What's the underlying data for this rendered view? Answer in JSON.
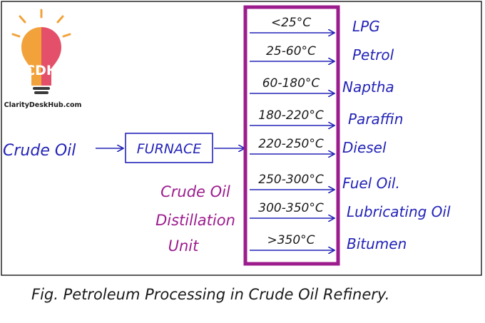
{
  "logo": {
    "initials": "CDH",
    "site": "ClarityDeskHub.com",
    "colors": {
      "left_half": "#f2a23a",
      "right_half": "#e4506a",
      "rays": "#f2a23a",
      "base": "#3a3a3a"
    }
  },
  "input": {
    "label": "Crude Oil",
    "furnace": "FURNACE"
  },
  "unit_label": [
    "Crude Oil",
    "Distillation",
    "Unit"
  ],
  "fractions": [
    {
      "temp": "<25°C",
      "product": "LPG"
    },
    {
      "temp": "25-60°C",
      "product": "Petrol"
    },
    {
      "temp": "60-180°C",
      "product": "Naptha"
    },
    {
      "temp": "180-220°C",
      "product": "Paraffin"
    },
    {
      "temp": "220-250°C",
      "product": "Diesel"
    },
    {
      "temp": "250-300°C",
      "product": "Fuel Oil."
    },
    {
      "temp": "300-350°C",
      "product": "Lubricating Oil"
    },
    {
      "temp": ">350°C",
      "product": "Bitumen"
    }
  ],
  "caption": "Fig. Petroleum Processing in Crude Oil Refinery.",
  "colors": {
    "ink_blue": "#2323b8",
    "column_border": "#9c1c8e",
    "unit_text": "#9c1c8e",
    "frame": "#1a1a1a"
  }
}
